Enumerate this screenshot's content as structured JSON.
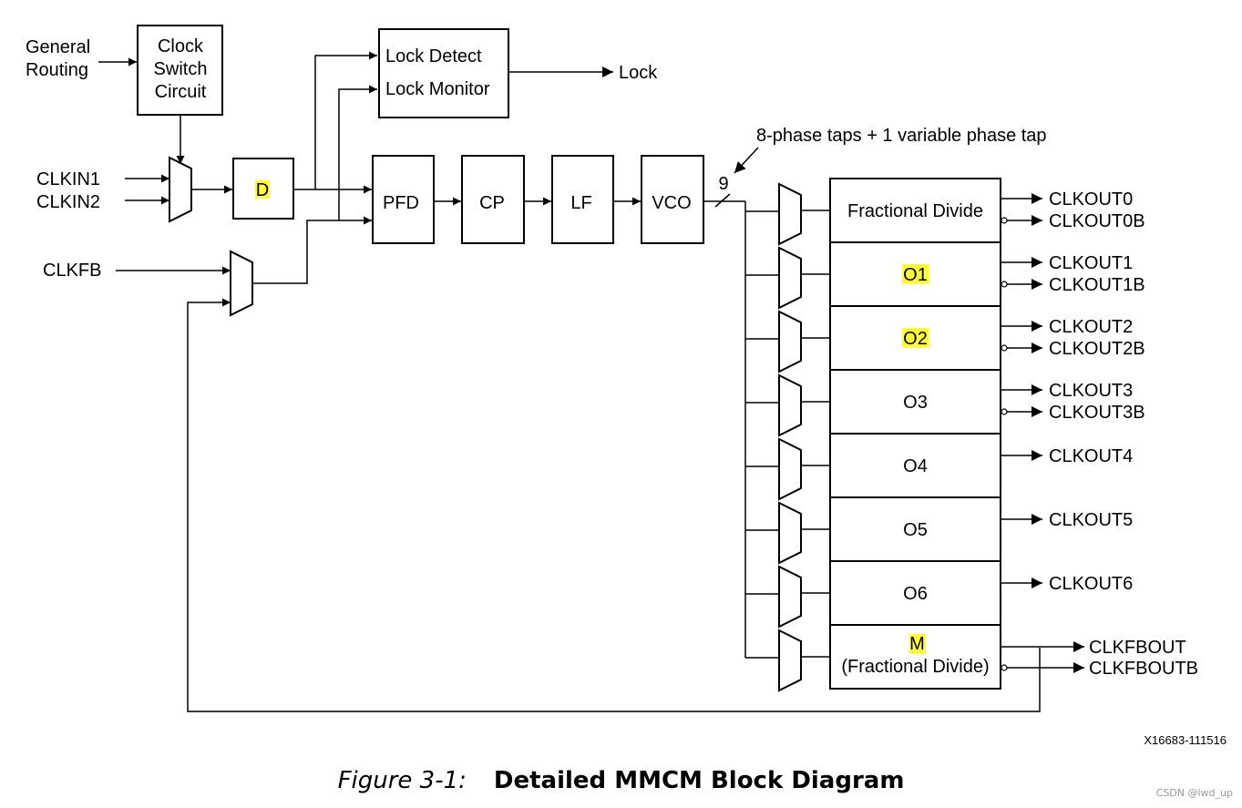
{
  "inputs": {
    "general_routing": [
      "General",
      "Routing"
    ],
    "clkin1": "CLKIN1",
    "clkin2": "CLKIN2",
    "clkfb": "CLKFB"
  },
  "blocks": {
    "clock_switch": [
      "Clock",
      "Switch",
      "Circuit"
    ],
    "d": "D",
    "lock_detect": "Lock Detect",
    "lock_monitor": "Lock Monitor",
    "pfd": "PFD",
    "cp": "CP",
    "lf": "LF",
    "vco": "VCO"
  },
  "lock_output": "Lock",
  "phase_note": "8-phase taps + 1 variable phase tap",
  "bus_width": "9",
  "dividers": [
    {
      "label": "Fractional Divide",
      "highlight": false,
      "outputs": [
        "CLKOUT0",
        "CLKOUT0B"
      ]
    },
    {
      "label": "O1",
      "highlight": true,
      "outputs": [
        "CLKOUT1",
        "CLKOUT1B"
      ]
    },
    {
      "label": "O2",
      "highlight": true,
      "outputs": [
        "CLKOUT2",
        "CLKOUT2B"
      ]
    },
    {
      "label": "O3",
      "highlight": false,
      "outputs": [
        "CLKOUT3",
        "CLKOUT3B"
      ]
    },
    {
      "label": "O4",
      "highlight": false,
      "outputs": [
        "CLKOUT4"
      ]
    },
    {
      "label": "O5",
      "highlight": false,
      "outputs": [
        "CLKOUT5"
      ]
    },
    {
      "label": "O6",
      "highlight": false,
      "outputs": [
        "CLKOUT6"
      ]
    }
  ],
  "m_divider": {
    "label": "M",
    "sublabel": "(Fractional Divide)",
    "outputs": [
      "CLKFBOUT",
      "CLKFBOUTB"
    ]
  },
  "figure_id": "X16683-111516",
  "caption": {
    "number": "Figure 3-1:",
    "title": "Detailed MMCM Block Diagram"
  },
  "watermark": "CSDN @lwd_up",
  "colors": {
    "highlight": "#ffff33",
    "line": "#000000"
  }
}
